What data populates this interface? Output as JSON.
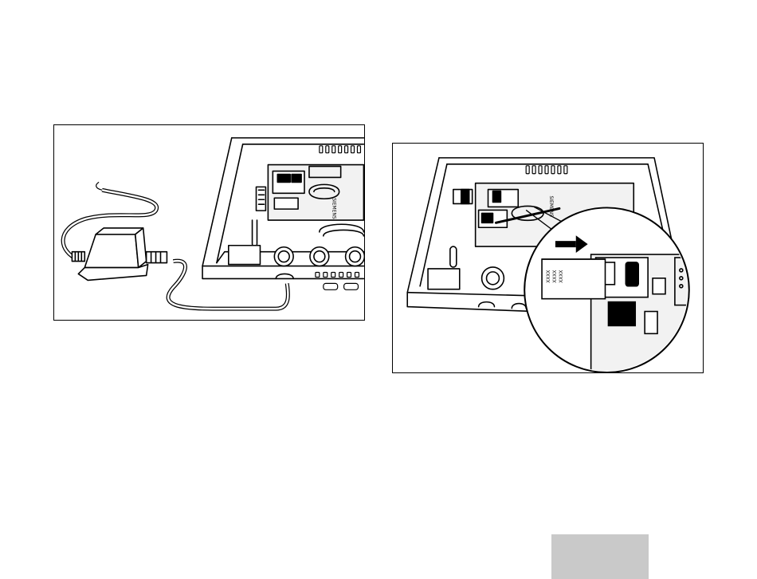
{
  "figures": [
    {
      "id": "power-supply-connection",
      "board_label": "SIEMENS",
      "icons": [
        "power-adapter-icon",
        "housing-icon"
      ]
    },
    {
      "id": "module-insertion",
      "board_label": "SIEMENS",
      "module_label_lines": [
        "XXXX",
        "XXXX",
        "XXXX"
      ],
      "icons": [
        "direction-arrow-icon",
        "magnifier-circle-icon"
      ]
    }
  ],
  "page_tab": {
    "color": "#c9c9c9"
  }
}
